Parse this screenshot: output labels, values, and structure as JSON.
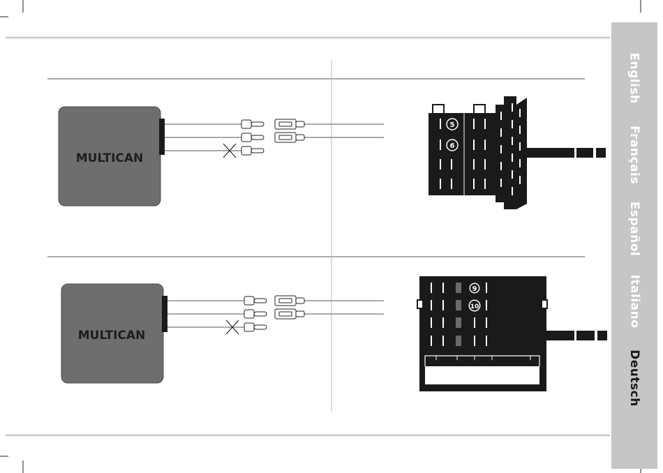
{
  "languages": [
    {
      "label": "English",
      "active": false
    },
    {
      "label": "Français",
      "active": false
    },
    {
      "label": "Español",
      "active": false
    },
    {
      "label": "Italiano",
      "active": false
    },
    {
      "label": "Deutsch",
      "active": true
    }
  ],
  "diagram_top": {
    "module_label": "MULTICAN",
    "pin_a": "5",
    "pin_b": "6"
  },
  "diagram_bottom": {
    "module_label": "MULTICAN",
    "pin_a": "9",
    "pin_b": "10"
  },
  "colors": {
    "tab": "#c6c6c6",
    "module": "#6e6e6e",
    "connector": "#1a1a1a",
    "wire": "#8c8c8c"
  }
}
